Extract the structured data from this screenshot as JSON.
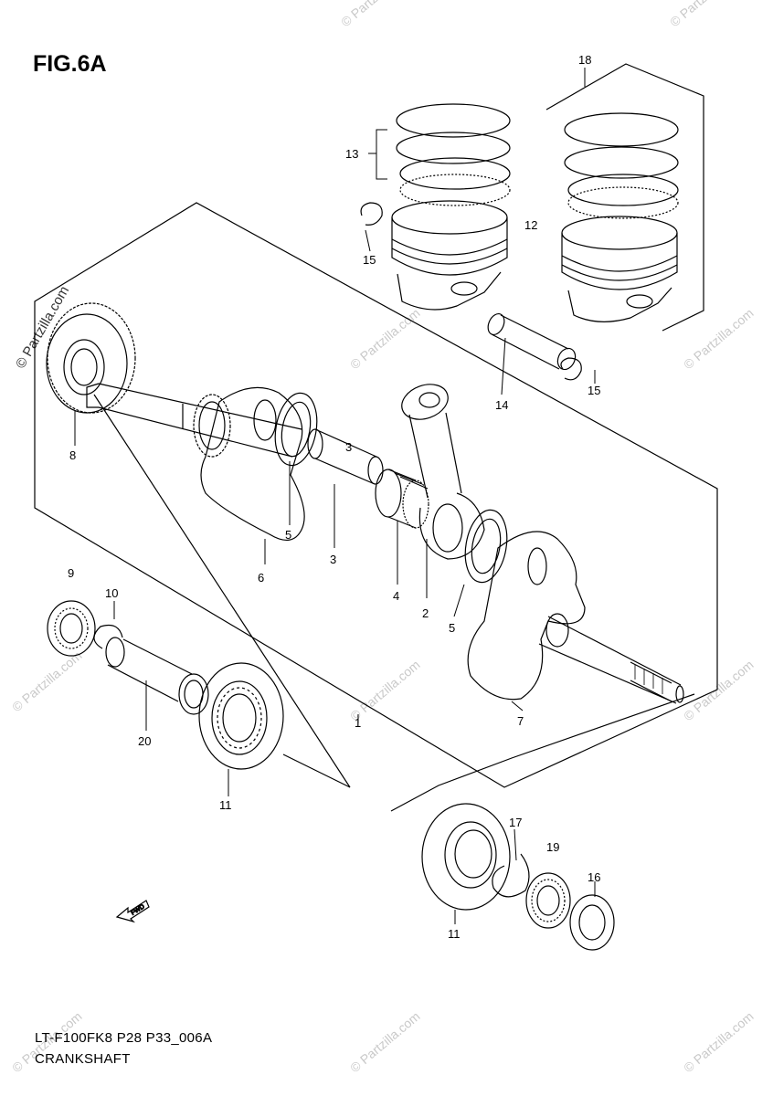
{
  "figure": {
    "title": "FIG.6A"
  },
  "footer": {
    "model_code": "LT-F100FK8 P28 P33_006A",
    "caption": "CRANKSHAFT"
  },
  "watermark": {
    "text": "© Partzilla.com"
  },
  "callouts": {
    "c1": "1",
    "c2": "2",
    "c3": "3",
    "c4": "4",
    "c5a": "5",
    "c5b": "5",
    "c6": "6",
    "c7": "7",
    "c8": "8",
    "c9": "9",
    "c10": "10",
    "c11a": "11",
    "c11b": "11",
    "c12": "12",
    "c13": "13",
    "c14": "14",
    "c15a": "15",
    "c15b": "15",
    "c16": "16",
    "c17": "17",
    "c18": "18",
    "c19": "19",
    "c20": "20",
    "c_small": "3"
  },
  "icons": {
    "front_arrow": "front-direction-arrow-icon"
  }
}
